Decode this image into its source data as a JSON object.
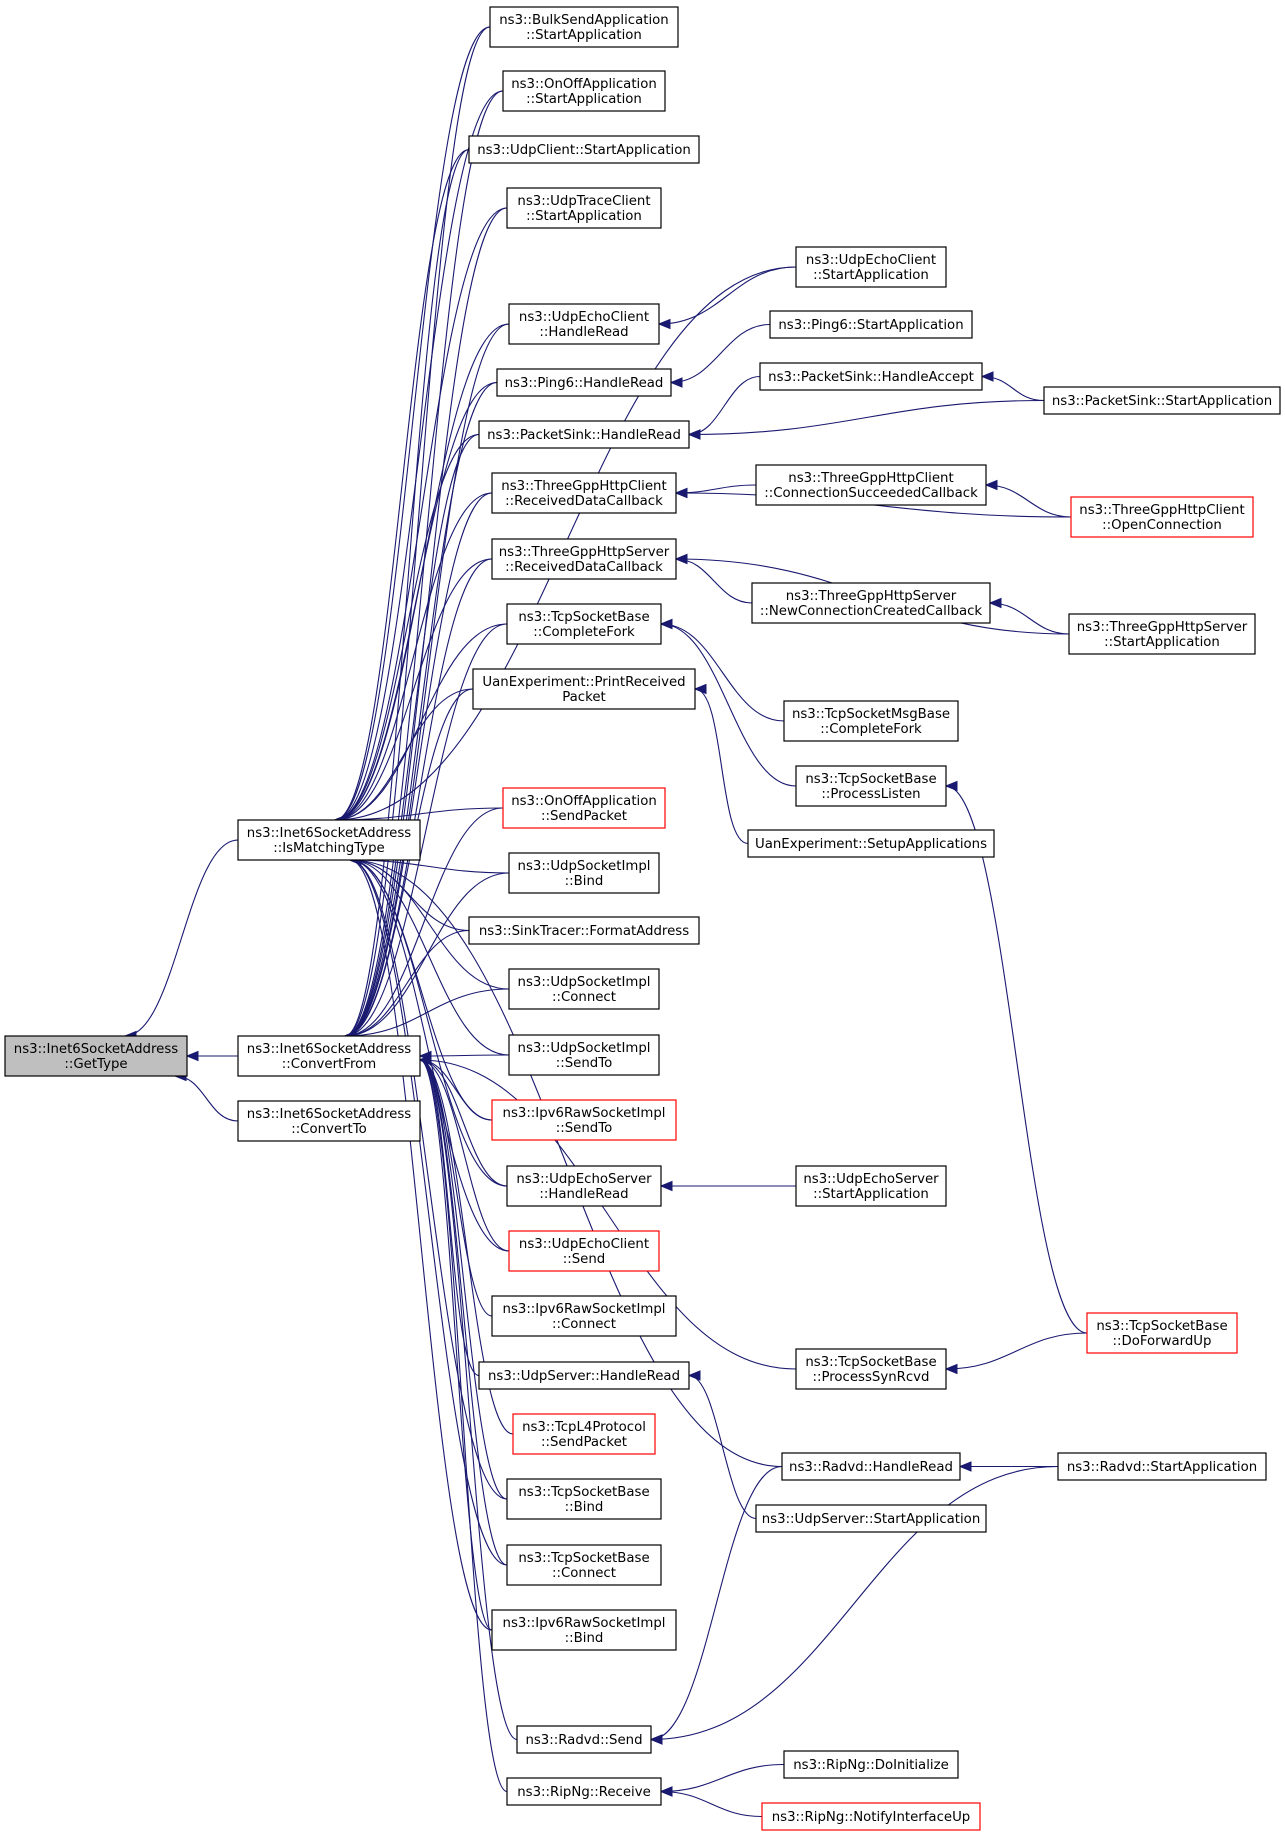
{
  "nodes": [
    {
      "id": "gettype",
      "lines": [
        "ns3::Inet6SocketAddress",
        "::GetType"
      ],
      "root": true
    },
    {
      "id": "ismatchingtype",
      "lines": [
        "ns3::Inet6SocketAddress",
        "::IsMatchingType"
      ]
    },
    {
      "id": "convertfrom",
      "lines": [
        "ns3::Inet6SocketAddress",
        "::ConvertFrom"
      ]
    },
    {
      "id": "convertto",
      "lines": [
        "ns3::Inet6SocketAddress",
        "::ConvertTo"
      ]
    },
    {
      "id": "bulksend_start",
      "lines": [
        "ns3::BulkSendApplication",
        "::StartApplication"
      ]
    },
    {
      "id": "onoff_start",
      "lines": [
        "ns3::OnOffApplication",
        "::StartApplication"
      ]
    },
    {
      "id": "udpclient_start",
      "lines": [
        "ns3::UdpClient::StartApplication"
      ]
    },
    {
      "id": "udptraceclient_start",
      "lines": [
        "ns3::UdpTraceClient",
        "::StartApplication"
      ]
    },
    {
      "id": "udpechoclient_handleread",
      "lines": [
        "ns3::UdpEchoClient",
        "::HandleRead"
      ]
    },
    {
      "id": "ping6_handleread",
      "lines": [
        "ns3::Ping6::HandleRead"
      ]
    },
    {
      "id": "packetsink_handleread",
      "lines": [
        "ns3::PacketSink::HandleRead"
      ]
    },
    {
      "id": "tgclient_received",
      "lines": [
        "ns3::ThreeGppHttpClient",
        "::ReceivedDataCallback"
      ]
    },
    {
      "id": "tgserver_received",
      "lines": [
        "ns3::ThreeGppHttpServer",
        "::ReceivedDataCallback"
      ]
    },
    {
      "id": "tcpsb_completefork",
      "lines": [
        "ns3::TcpSocketBase",
        "::CompleteFork"
      ]
    },
    {
      "id": "uan_printreceived",
      "lines": [
        "UanExperiment::PrintReceived",
        "Packet"
      ]
    },
    {
      "id": "onoff_sendpacket",
      "lines": [
        "ns3::OnOffApplication",
        "::SendPacket"
      ],
      "truncated": true
    },
    {
      "id": "udpsocketimpl_bind",
      "lines": [
        "ns3::UdpSocketImpl",
        "::Bind"
      ]
    },
    {
      "id": "sinktracer_format",
      "lines": [
        "ns3::SinkTracer::FormatAddress"
      ]
    },
    {
      "id": "udpsocketimpl_connect",
      "lines": [
        "ns3::UdpSocketImpl",
        "::Connect"
      ]
    },
    {
      "id": "udpsocketimpl_sendto",
      "lines": [
        "ns3::UdpSocketImpl",
        "::SendTo"
      ]
    },
    {
      "id": "ipv6raw_sendto",
      "lines": [
        "ns3::Ipv6RawSocketImpl",
        "::SendTo"
      ],
      "truncated": true
    },
    {
      "id": "udpechoserver_handleread",
      "lines": [
        "ns3::UdpEchoServer",
        "::HandleRead"
      ]
    },
    {
      "id": "udpechoclient_send",
      "lines": [
        "ns3::UdpEchoClient",
        "::Send"
      ],
      "truncated": true
    },
    {
      "id": "ipv6raw_connect",
      "lines": [
        "ns3::Ipv6RawSocketImpl",
        "::Connect"
      ]
    },
    {
      "id": "udpserver_handleread",
      "lines": [
        "ns3::UdpServer::HandleRead"
      ]
    },
    {
      "id": "tcpl4_sendpacket",
      "lines": [
        "ns3::TcpL4Protocol",
        "::SendPacket"
      ],
      "truncated": true
    },
    {
      "id": "tcpsb_bind",
      "lines": [
        "ns3::TcpSocketBase",
        "::Bind"
      ]
    },
    {
      "id": "tcpsb_connect",
      "lines": [
        "ns3::TcpSocketBase",
        "::Connect"
      ]
    },
    {
      "id": "ipv6raw_bind",
      "lines": [
        "ns3::Ipv6RawSocketImpl",
        "::Bind"
      ]
    },
    {
      "id": "radvd_send",
      "lines": [
        "ns3::Radvd::Send"
      ]
    },
    {
      "id": "ripng_receive",
      "lines": [
        "ns3::RipNg::Receive"
      ]
    },
    {
      "id": "udpechoclient_start",
      "lines": [
        "ns3::UdpEchoClient",
        "::StartApplication"
      ]
    },
    {
      "id": "ping6_start",
      "lines": [
        "ns3::Ping6::StartApplication"
      ]
    },
    {
      "id": "packetsink_handleaccept",
      "lines": [
        "ns3::PacketSink::HandleAccept"
      ]
    },
    {
      "id": "tgclient_connsucceeded",
      "lines": [
        "ns3::ThreeGppHttpClient",
        "::ConnectionSucceededCallback"
      ]
    },
    {
      "id": "tgserver_newconn",
      "lines": [
        "ns3::ThreeGppHttpServer",
        "::NewConnectionCreatedCallback"
      ]
    },
    {
      "id": "tcpmsgbase_completefork",
      "lines": [
        "ns3::TcpSocketMsgBase",
        "::CompleteFork"
      ]
    },
    {
      "id": "tcpsb_processlisten",
      "lines": [
        "ns3::TcpSocketBase",
        "::ProcessListen"
      ]
    },
    {
      "id": "uan_setupapps",
      "lines": [
        "UanExperiment::SetupApplications"
      ]
    },
    {
      "id": "udpechoserver_start",
      "lines": [
        "ns3::UdpEchoServer",
        "::StartApplication"
      ]
    },
    {
      "id": "tcpsb_processsynrcvd",
      "lines": [
        "ns3::TcpSocketBase",
        "::ProcessSynRcvd"
      ]
    },
    {
      "id": "radvd_handleread",
      "lines": [
        "ns3::Radvd::HandleRead"
      ]
    },
    {
      "id": "udpserver_start",
      "lines": [
        "ns3::UdpServer::StartApplication"
      ]
    },
    {
      "id": "ripng_doinit",
      "lines": [
        "ns3::RipNg::DoInitialize"
      ]
    },
    {
      "id": "ripng_notifyup",
      "lines": [
        "ns3::RipNg::NotifyInterfaceUp"
      ],
      "truncated": true
    },
    {
      "id": "packetsink_start",
      "lines": [
        "ns3::PacketSink::StartApplication"
      ]
    },
    {
      "id": "tgclient_openconn",
      "lines": [
        "ns3::ThreeGppHttpClient",
        "::OpenConnection"
      ],
      "truncated": true
    },
    {
      "id": "tgserver_start",
      "lines": [
        "ns3::ThreeGppHttpServer",
        "::StartApplication"
      ]
    },
    {
      "id": "tcpsb_doforwardup",
      "lines": [
        "ns3::TcpSocketBase",
        "::DoForwardUp"
      ],
      "truncated": true
    },
    {
      "id": "radvd_start",
      "lines": [
        "ns3::Radvd::StartApplication"
      ]
    }
  ],
  "edges": [
    [
      "gettype",
      "ismatchingtype"
    ],
    [
      "gettype",
      "convertfrom"
    ],
    [
      "gettype",
      "convertto"
    ],
    [
      "ismatchingtype",
      "bulksend_start"
    ],
    [
      "ismatchingtype",
      "onoff_start"
    ],
    [
      "ismatchingtype",
      "udpclient_start"
    ],
    [
      "ismatchingtype",
      "udptraceclient_start"
    ],
    [
      "ismatchingtype",
      "udpechoclient_start"
    ],
    [
      "ismatchingtype",
      "udpechoclient_handleread"
    ],
    [
      "ismatchingtype",
      "ping6_handleread"
    ],
    [
      "ismatchingtype",
      "packetsink_handleread"
    ],
    [
      "ismatchingtype",
      "tgclient_received"
    ],
    [
      "ismatchingtype",
      "tgserver_received"
    ],
    [
      "ismatchingtype",
      "tcpsb_completefork"
    ],
    [
      "ismatchingtype",
      "uan_printreceived"
    ],
    [
      "ismatchingtype",
      "radvd_handleread"
    ],
    [
      "ismatchingtype",
      "onoff_sendpacket"
    ],
    [
      "ismatchingtype",
      "udpsocketimpl_bind"
    ],
    [
      "ismatchingtype",
      "sinktracer_format"
    ],
    [
      "ismatchingtype",
      "udpsocketimpl_connect"
    ],
    [
      "ismatchingtype",
      "udpsocketimpl_sendto"
    ],
    [
      "ismatchingtype",
      "ipv6raw_sendto"
    ],
    [
      "ismatchingtype",
      "udpechoserver_handleread"
    ],
    [
      "ismatchingtype",
      "udpechoclient_send"
    ],
    [
      "ismatchingtype",
      "tcpsb_bind"
    ],
    [
      "ismatchingtype",
      "tcpsb_connect"
    ],
    [
      "ismatchingtype",
      "ipv6raw_bind"
    ],
    [
      "convertfrom",
      "bulksend_start"
    ],
    [
      "convertfrom",
      "onoff_start"
    ],
    [
      "convertfrom",
      "udpclient_start"
    ],
    [
      "convertfrom",
      "udptraceclient_start"
    ],
    [
      "convertfrom",
      "udpechoclient_handleread"
    ],
    [
      "convertfrom",
      "ping6_handleread"
    ],
    [
      "convertfrom",
      "packetsink_handleread"
    ],
    [
      "convertfrom",
      "tgclient_received"
    ],
    [
      "convertfrom",
      "tgserver_received"
    ],
    [
      "convertfrom",
      "tcpsb_completefork"
    ],
    [
      "convertfrom",
      "uan_printreceived"
    ],
    [
      "convertfrom",
      "onoff_sendpacket"
    ],
    [
      "convertfrom",
      "udpsocketimpl_bind"
    ],
    [
      "convertfrom",
      "sinktracer_format"
    ],
    [
      "convertfrom",
      "udpsocketimpl_connect"
    ],
    [
      "convertfrom",
      "udpsocketimpl_sendto"
    ],
    [
      "convertfrom",
      "ipv6raw_sendto"
    ],
    [
      "convertfrom",
      "udpechoserver_handleread"
    ],
    [
      "convertfrom",
      "udpechoclient_send"
    ],
    [
      "convertfrom",
      "ipv6raw_connect"
    ],
    [
      "convertfrom",
      "udpserver_handleread"
    ],
    [
      "convertfrom",
      "tcpl4_sendpacket"
    ],
    [
      "convertfrom",
      "tcpsb_bind"
    ],
    [
      "convertfrom",
      "tcpsb_connect"
    ],
    [
      "convertfrom",
      "ipv6raw_bind"
    ],
    [
      "convertfrom",
      "radvd_send"
    ],
    [
      "convertfrom",
      "ripng_receive"
    ],
    [
      "convertfrom",
      "tcpsb_processsynrcvd"
    ],
    [
      "udpechoclient_handleread",
      "udpechoclient_start"
    ],
    [
      "ping6_handleread",
      "ping6_start"
    ],
    [
      "packetsink_handleread",
      "packetsink_handleaccept"
    ],
    [
      "packetsink_handleread",
      "packetsink_start"
    ],
    [
      "packetsink_handleaccept",
      "packetsink_start"
    ],
    [
      "tgclient_received",
      "tgclient_connsucceeded"
    ],
    [
      "tgclient_received",
      "tgclient_openconn"
    ],
    [
      "tgclient_connsucceeded",
      "tgclient_openconn"
    ],
    [
      "tgserver_received",
      "tgserver_newconn"
    ],
    [
      "tgserver_received",
      "tgserver_start"
    ],
    [
      "tgserver_newconn",
      "tgserver_start"
    ],
    [
      "tcpsb_completefork",
      "tcpmsgbase_completefork"
    ],
    [
      "tcpsb_completefork",
      "tcpsb_processlisten"
    ],
    [
      "tcpsb_processlisten",
      "tcpsb_doforwardup"
    ],
    [
      "uan_printreceived",
      "uan_setupapps"
    ],
    [
      "udpechoserver_handleread",
      "udpechoserver_start"
    ],
    [
      "udpserver_handleread",
      "udpserver_start"
    ],
    [
      "tcpsb_processsynrcvd",
      "tcpsb_doforwardup"
    ],
    [
      "radvd_handleread",
      "radvd_start"
    ],
    [
      "radvd_send",
      "radvd_handleread"
    ],
    [
      "radvd_send",
      "radvd_start"
    ],
    [
      "ripng_receive",
      "ripng_doinit"
    ],
    [
      "ripng_receive",
      "ripng_notifyup"
    ]
  ],
  "colors": {
    "edge": "#191970",
    "root_fill": "#bfbfbf",
    "truncated_border": "#ff0000",
    "node_border": "#000000"
  }
}
